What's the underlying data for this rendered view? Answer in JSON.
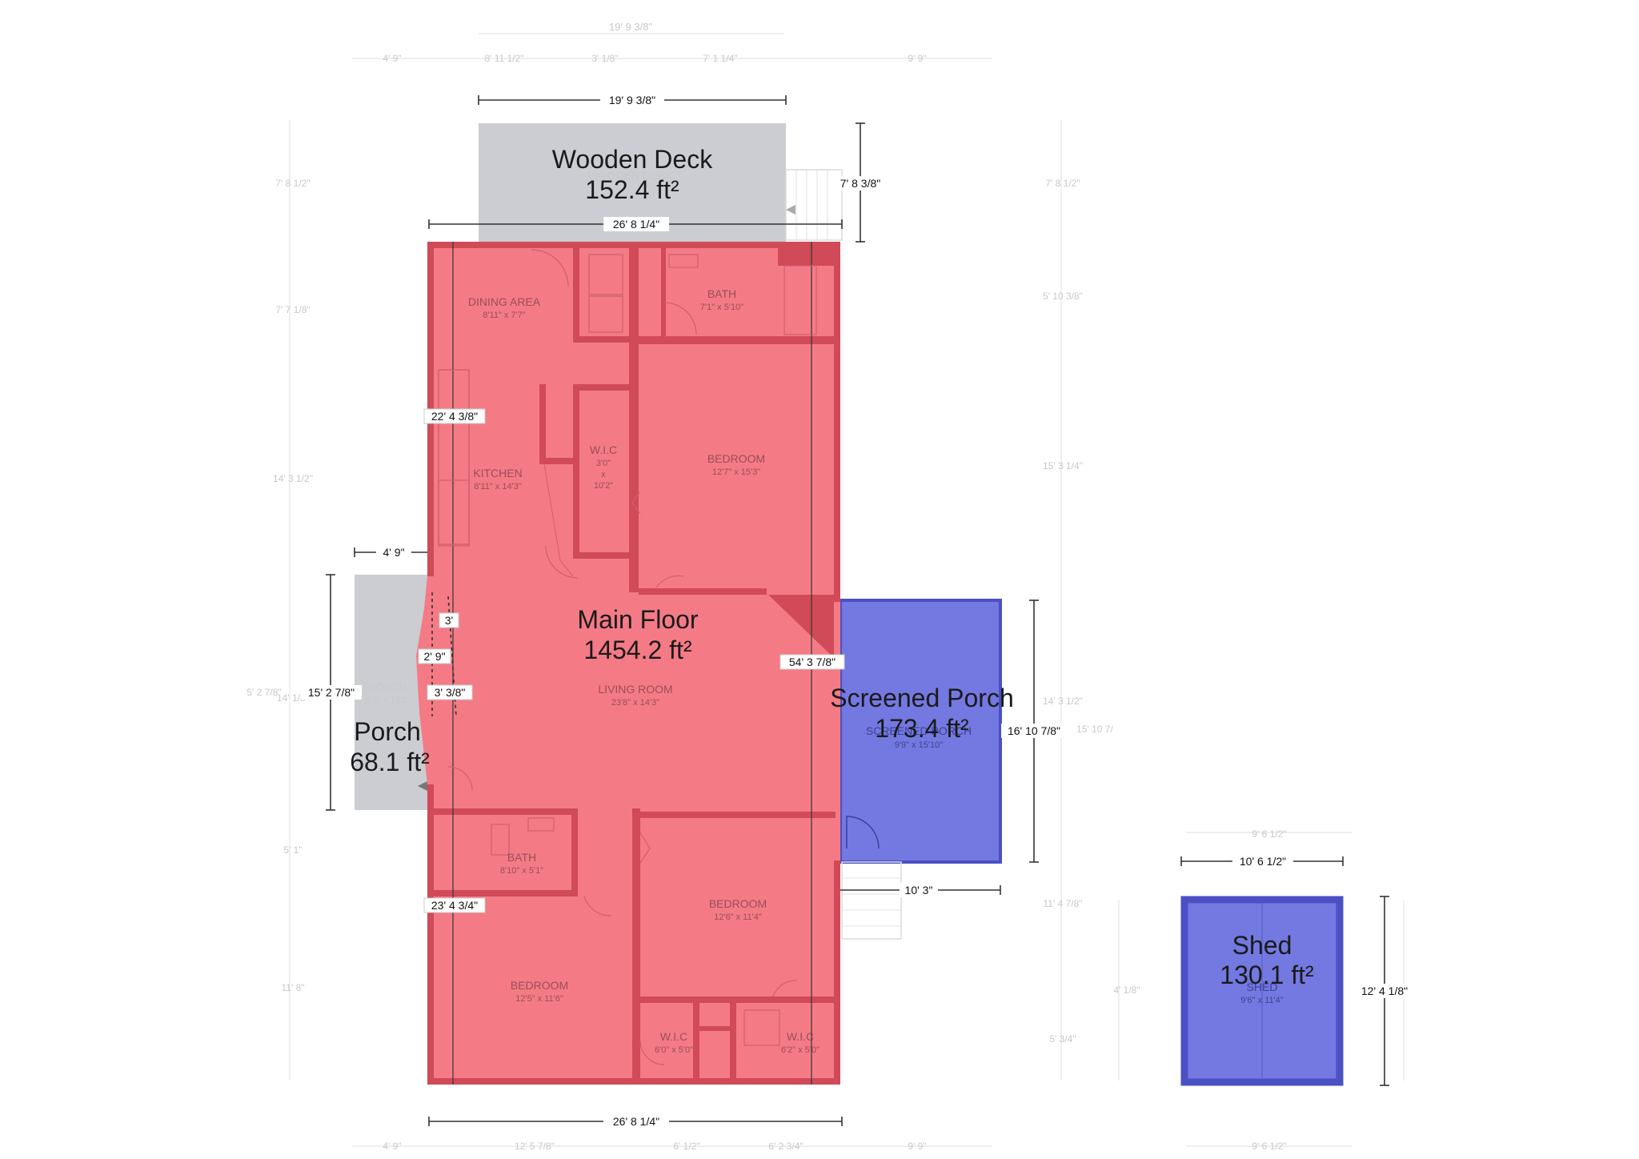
{
  "zones": {
    "wooden_deck": {
      "name": "Wooden Deck",
      "area": "152.4 ft²",
      "color": "#cbcdd2"
    },
    "main_floor": {
      "name": "Main Floor",
      "area": "1454.2 ft²",
      "color": "#f47b86"
    },
    "screened_porch": {
      "name": "Screened Porch",
      "area": "173.4 ft²",
      "color": "#7379e0"
    },
    "porch": {
      "name": "Porch",
      "area": "68.1 ft²",
      "color": "#cbcdd2"
    },
    "shed": {
      "name": "Shed",
      "area": "130.1 ft²",
      "color": "#7379e0"
    }
  },
  "rooms": {
    "dining_area": {
      "name": "DINING AREA",
      "size": "8'11\" x 7'7\""
    },
    "bath_top": {
      "name": "BATH",
      "size": "7'1\" x 5'10\""
    },
    "wic_center": {
      "name": "W.I.C",
      "size_line1": "3'0\"",
      "size_line2": "x",
      "size_line3": "10'2\""
    },
    "bedroom_top": {
      "name": "BEDROOM",
      "size": "12'7\" x 15'3\""
    },
    "kitchen": {
      "name": "KITCHEN",
      "size": "8'11\" x 14'3\""
    },
    "living_room": {
      "name": "LIVING ROOM",
      "size": "23'8\" x 14'3\""
    },
    "porch_room": {
      "name": "PORCH",
      "size": "4'9\" x 15'2\""
    },
    "screened_porch_room": {
      "name": "SCREENED PORCH",
      "size": "9'9\" x 15'10\""
    },
    "bath_bottom": {
      "name": "BATH",
      "size": "8'10\" x 5'1\""
    },
    "bedroom_right": {
      "name": "BEDROOM",
      "size": "12'6\" x 11'4\""
    },
    "bedroom_bottom": {
      "name": "BEDROOM",
      "size": "12'5\" x 11'6\""
    },
    "wic_bottom_left": {
      "name": "W.I.C",
      "size": "6'0\" x 5'0\""
    },
    "wic_bottom_right": {
      "name": "W.I.C",
      "size": "6'2\" x 5'0\""
    },
    "shed_room": {
      "name": "SHED",
      "size": "9'6\" x 11'4\""
    },
    "wooden_deck_room": {
      "name": "WOODEN DECK"
    }
  },
  "dimensions": {
    "deck_width": "19' 9 3/8\"",
    "deck_depth": "7' 8 3/8\"",
    "main_top_width": "26' 8 1/4\"",
    "main_bottom_width": "26' 8 1/4\"",
    "left_upper": "22' 4 3/8\"",
    "left_lower": "23' 4 3/4\"",
    "porch_offset": "4' 9\"",
    "porch_depth": "15' 2 7/8\"",
    "door_3": "3'",
    "door_2_9": "2' 9\"",
    "door_3_3_8": "3' 3/8\"",
    "main_length": "54' 3 7/8\"",
    "screened_depth": "16' 10 7/8\"",
    "screened_width": "10' 3\"",
    "shed_width": "10' 6 1/2\"",
    "shed_depth": "12' 4 1/8\""
  },
  "faint_dimensions": {
    "top_overall": "19' 9 3/8\"",
    "top_seg1": "4' 9\"",
    "top_seg2": "8' 11 1/2\"",
    "top_seg3": "3' 1/8\"",
    "top_seg4": "7' 1 1/4\"",
    "top_seg5": "9' 9\"",
    "left_deck": "7' 8 1/2\"",
    "left_dining": "7' 7 1/8\"",
    "left_kitchen": "14' 3 1/2\"",
    "left_porch": "5' 2 7/8\"",
    "left_porch_b": "14' 1/8\"",
    "left_bath": "5' 1\"",
    "left_bedroom": "11' 8\"",
    "right_deck": "7' 8 1/2\"",
    "right_bath": "5' 10 3/8\"",
    "right_bedroom": "15' 3 1/4\"",
    "right_porch": "14' 3 1/2\"",
    "right_porch_b": "15' 10 7/",
    "right_bedroom2": "11' 4 7/8\"",
    "right_wic": "5' 3/4\"",
    "bottom_seg1": "4' 9\"",
    "bottom_seg2": "12' 5 7/8\"",
    "bottom_seg3": "6' 1/2\"",
    "bottom_seg4": "6' 2 3/4\"",
    "bottom_seg5": "9' 9\"",
    "shed_top": "9' 6 1/2\"",
    "shed_bottom": "9' 6 1/2\"",
    "shed_left": "4' 1/8\""
  }
}
